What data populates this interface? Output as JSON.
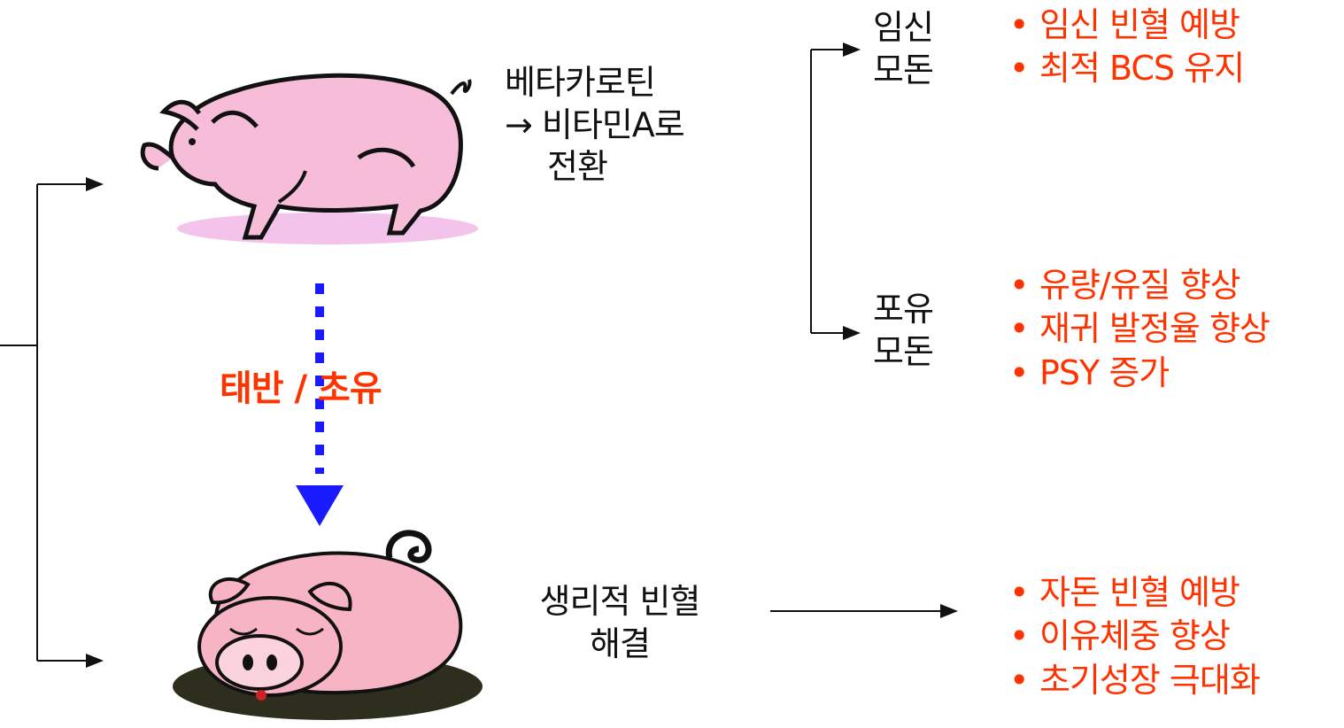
{
  "sow_conversion": {
    "line1": "베타카로틴",
    "line2": "→ 비타민A로",
    "line3": "전환"
  },
  "transfer_label": "태반 / 초유",
  "piglet_effect": {
    "line1": "생리적 빈혈",
    "line2": "해결"
  },
  "pregnant_sow": {
    "line1": "임신",
    "line2": "모돈",
    "benefits": [
      "임신 빈혈 예방",
      "최적 BCS 유지"
    ]
  },
  "lactating_sow": {
    "line1": "포유",
    "line2": "모돈",
    "benefits": [
      "유량/유질 향상",
      "재귀 발정율 향상",
      "PSY 증가"
    ]
  },
  "piglet_benefits": [
    "자돈 빈혈 예방",
    "이유체중 향상",
    "초기성장 극대화"
  ],
  "colors": {
    "benefit_text": "#ff3300",
    "transfer_arrow": "#1a1aff",
    "pig_pink": "#f6bcd8",
    "piglet_pink": "#f7b4c4"
  },
  "icons": {
    "sow": "sow-icon",
    "piglet": "sleeping-piglet-icon"
  }
}
